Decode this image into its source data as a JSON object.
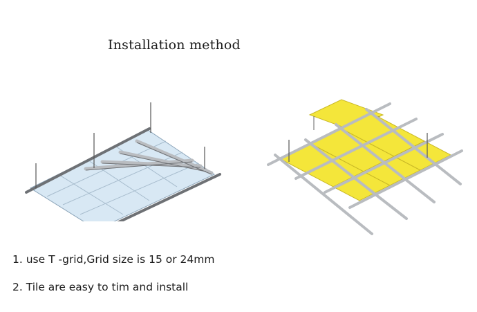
{
  "title": "Installation method",
  "notes": [
    "1. use T -grid,Grid size is 15 or 24mm",
    "2. Tile are easy to tim and install"
  ],
  "colors": {
    "left_tile": "#d8e8f4",
    "right_tile": "#f4e63a",
    "grid_metal": "#b9bcc0",
    "grid_dark": "#6e7175"
  }
}
